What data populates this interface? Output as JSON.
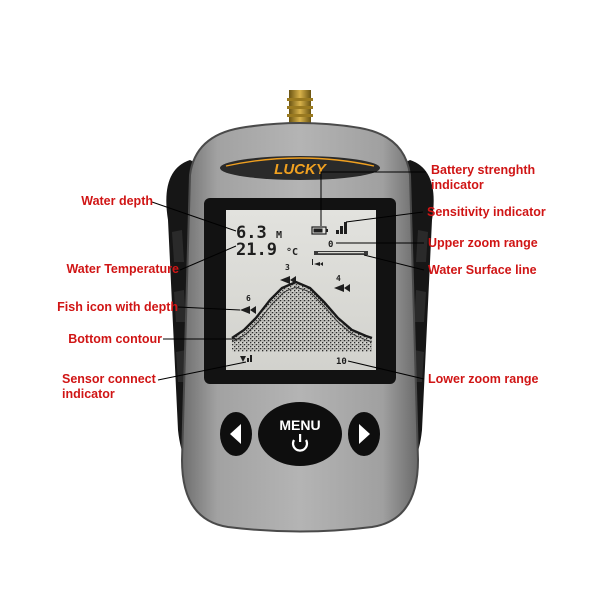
{
  "device": {
    "brand": "LUCKY",
    "menu_label": "MENU",
    "screen": {
      "depth_value": "6.3",
      "depth_unit": "M",
      "temp_value": "21.9",
      "temp_unit": "°C",
      "upper_zoom": "0",
      "lower_zoom": "10",
      "fish_depths": [
        "3",
        "4",
        "6"
      ]
    }
  },
  "annotations": {
    "water_depth": "Water depth",
    "water_temperature": "Water Temperature",
    "fish_icon": "Fish icon with depth",
    "bottom_contour": "Bottom contour",
    "sensor_line1": "Sensor connect",
    "sensor_line2": "indicator",
    "battery_line1": "Battery strenghth",
    "battery_line2": "indicator",
    "sensitivity": "Sensitivity indicator",
    "upper_zoom": "Upper zoom range",
    "water_surface": "Water Surface line",
    "lower_zoom": "Lower zoom range"
  },
  "colors": {
    "label_red": "#d01515",
    "housing_grey": "#8e8e8e",
    "rubber_black": "#161616",
    "lcd_background": "#dadad6",
    "button_black": "#0e0e0e",
    "brand_orange": "#f0a020"
  }
}
